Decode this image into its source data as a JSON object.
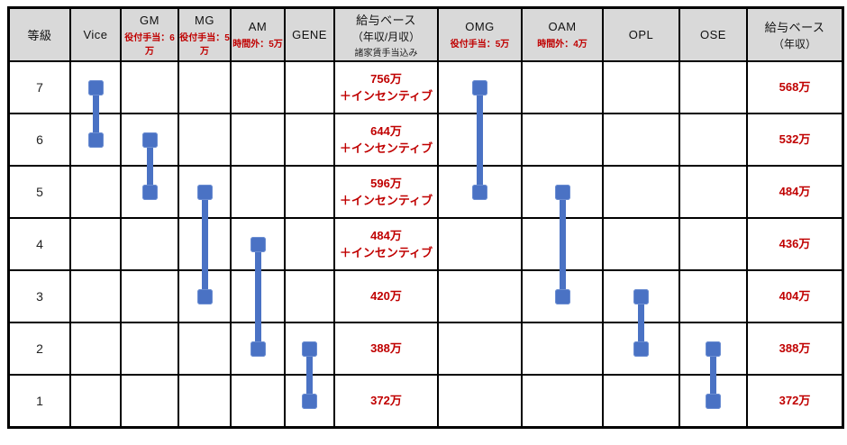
{
  "colors": {
    "bar_blue": "#4a72c4",
    "accent_red": "#c00000",
    "header_bg": "#d9d9d9",
    "grid_line": "#000000",
    "background": "#ffffff"
  },
  "table": {
    "columns": [
      {
        "id": "grade",
        "label": "等級"
      },
      {
        "id": "vice",
        "label": "Vice"
      },
      {
        "id": "gm",
        "label": "GM",
        "allowance": "役付手当：6万"
      },
      {
        "id": "mg",
        "label": "MG",
        "allowance": "役付手当：5万"
      },
      {
        "id": "am",
        "label": "AM",
        "allowance": "時間外：5万"
      },
      {
        "id": "gene",
        "label": "GENE"
      },
      {
        "id": "salary_monthly",
        "label": "給与ベース",
        "label2": "（年収/月収）",
        "note": "諸家賃手当込み"
      },
      {
        "id": "omg",
        "label": "OMG",
        "allowance": "役付手当：5万"
      },
      {
        "id": "oam",
        "label": "OAM",
        "allowance": "時間外：4万"
      },
      {
        "id": "opl",
        "label": "OPL"
      },
      {
        "id": "ose",
        "label": "OSE"
      },
      {
        "id": "salary_annual",
        "label": "給与ベース",
        "label2": "（年収）"
      }
    ],
    "grades": [
      7,
      6,
      5,
      4,
      3,
      2,
      1
    ],
    "salary_monthly": [
      {
        "grade": 7,
        "value": "756万",
        "bonus": "＋インセンティブ"
      },
      {
        "grade": 6,
        "value": "644万",
        "bonus": "＋インセンティブ"
      },
      {
        "grade": 5,
        "value": "596万",
        "bonus": "＋インセンティブ"
      },
      {
        "grade": 4,
        "value": "484万",
        "bonus": "＋インセンティブ"
      },
      {
        "grade": 3,
        "value": "420万"
      },
      {
        "grade": 2,
        "value": "388万"
      },
      {
        "grade": 1,
        "value": "372万"
      }
    ],
    "salary_annual": [
      {
        "grade": 7,
        "value": "568万"
      },
      {
        "grade": 6,
        "value": "532万"
      },
      {
        "grade": 5,
        "value": "484万"
      },
      {
        "grade": 4,
        "value": "436万"
      },
      {
        "grade": 3,
        "value": "404万"
      },
      {
        "grade": 2,
        "value": "388万"
      },
      {
        "grade": 1,
        "value": "372万"
      }
    ],
    "bars": [
      {
        "column": "vice",
        "from": 7,
        "to": 6
      },
      {
        "column": "gm",
        "from": 6,
        "to": 5
      },
      {
        "column": "mg",
        "from": 5,
        "to": 3
      },
      {
        "column": "am",
        "from": 4,
        "to": 2
      },
      {
        "column": "gene",
        "from": 2,
        "to": 1
      },
      {
        "column": "omg",
        "from": 7,
        "to": 5
      },
      {
        "column": "oam",
        "from": 5,
        "to": 3
      },
      {
        "column": "opl",
        "from": 3,
        "to": 2
      },
      {
        "column": "ose",
        "from": 2,
        "to": 1
      }
    ]
  },
  "chart_data": {
    "type": "table",
    "title": "",
    "grades": [
      7,
      6,
      5,
      4,
      3,
      2,
      1
    ],
    "categories": [
      "Vice",
      "GM",
      "MG",
      "AM",
      "GENE",
      "OMG",
      "OAM",
      "OPL",
      "OSE"
    ],
    "grade_ranges": {
      "Vice": [
        6,
        7
      ],
      "GM": [
        5,
        6
      ],
      "MG": [
        3,
        5
      ],
      "AM": [
        2,
        4
      ],
      "GENE": [
        1,
        2
      ],
      "OMG": [
        5,
        7
      ],
      "OAM": [
        3,
        5
      ],
      "OPL": [
        2,
        3
      ],
      "OSE": [
        1,
        2
      ]
    },
    "allowances": {
      "GM": "役付手当：6万",
      "MG": "役付手当：5万",
      "AM": "時間外：5万",
      "OMG": "役付手当：5万",
      "OAM": "時間外：4万"
    },
    "salary_monthly_base_by_grade": {
      "7": "756万＋インセンティブ",
      "6": "644万＋インセンティブ",
      "5": "596万＋インセンティブ",
      "4": "484万＋インセンティブ",
      "3": "420万",
      "2": "388万",
      "1": "372万"
    },
    "salary_annual_base_by_grade": {
      "7": "568万",
      "6": "532万",
      "5": "484万",
      "4": "436万",
      "3": "404万",
      "2": "388万",
      "1": "372万"
    },
    "notes": {
      "salary_monthly_column": "諸家賃手当込み"
    }
  }
}
